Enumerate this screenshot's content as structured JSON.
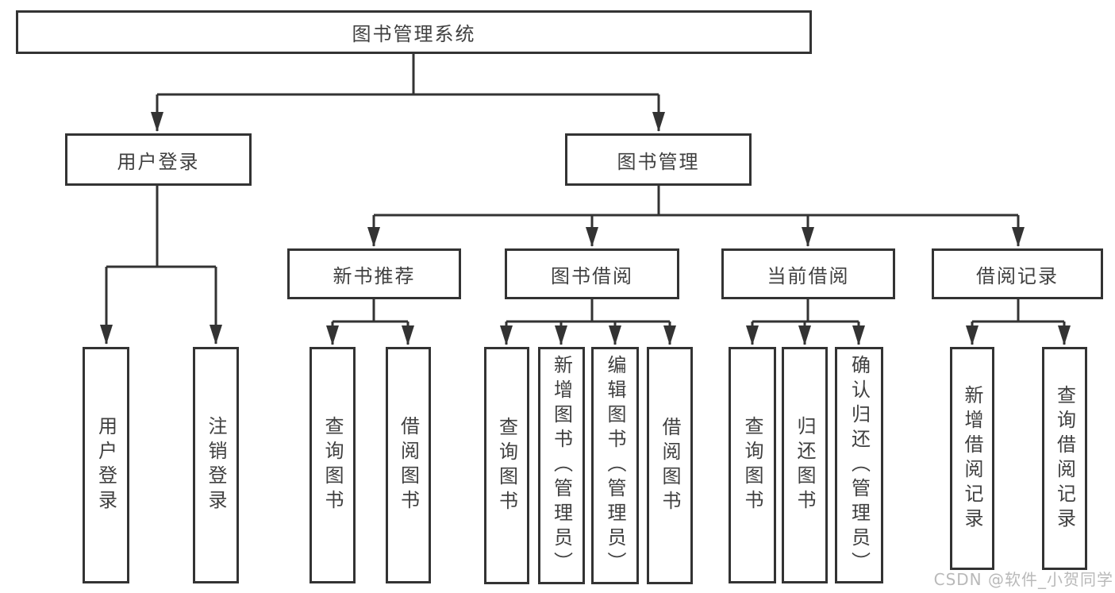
{
  "diagram": {
    "root": "图书管理系统",
    "user_login": {
      "label": "用户登录",
      "children": [
        "用户登录",
        "注销登录"
      ]
    },
    "book_mgmt": {
      "label": "图书管理",
      "sections": [
        {
          "label": "新书推荐",
          "children": [
            "查询图书",
            "借阅图书"
          ]
        },
        {
          "label": "图书借阅",
          "children": [
            "查询图书",
            "新增图书（管理员）",
            "编辑图书（管理员）",
            "借阅图书"
          ]
        },
        {
          "label": "当前借阅",
          "children": [
            "查询图书",
            "归还图书",
            "确认归还（管理员）"
          ]
        },
        {
          "label": "借阅记录",
          "children": [
            "新增借阅记录",
            "查询借阅记录"
          ]
        }
      ]
    }
  },
  "watermark": "CSDN @软件_小贺同学",
  "colors": {
    "line": "#333333",
    "box_border": "#333333",
    "box_fill": "#ffffff",
    "text": "#404040",
    "watermark": "#b9b9b9"
  }
}
